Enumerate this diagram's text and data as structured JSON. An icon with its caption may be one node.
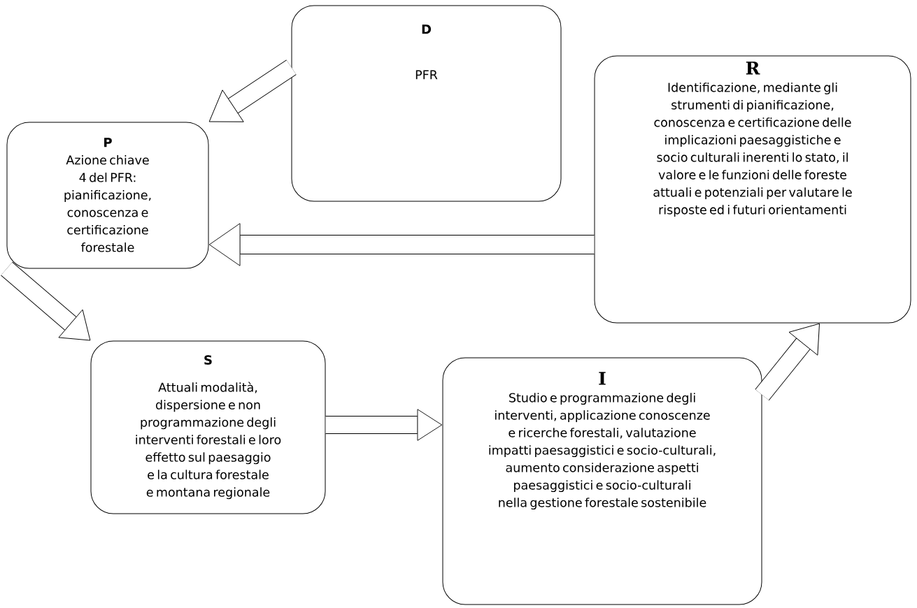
{
  "diagram": {
    "nodes": [
      {
        "text": [
          "D",
          "PFR"
        ]
      },
      {
        "text": [
          "R",
          "Identificazione, mediante gli strumenti di pianificazione, conoscenza e certificazione delle implicazioni paesaggistiche e socio culturali inerenti lo stato, il valore e le funzioni delle foreste attuali e potenziali per valutare le risposte ed i futuri orientamenti"
        ]
      },
      {
        "text": [
          "P",
          "Azione chiave 4 del PFR: pianificazione, conoscenza e certificazione forestale"
        ]
      },
      {
        "text": [
          "S",
          "Attuali modalità, dispersione e non programmazione degli interventi forestali e loro effetto sul paesaggio e la cultura forestale e montana regionale"
        ]
      },
      {
        "text": [
          "I",
          "Studio e programmazione degli interventi, applicazione conoscenze e ricerche forestali, valutazione impatti paesaggistici e socio-culturali, aumento considerazione aspetti paesaggistici e socio-culturali nella gestione forestale sostenibile"
        ]
      }
    ],
    "edges": [
      {
        "from": 0,
        "to": 2,
        "arrow": "to"
      },
      {
        "from": 1,
        "to": 2,
        "arrow": "to"
      },
      {
        "from": 2,
        "to": 3,
        "arrow": "to"
      },
      {
        "from": 3,
        "to": 4,
        "arrow": "to"
      },
      {
        "from": 4,
        "to": 1,
        "arrow": "to"
      }
    ]
  }
}
